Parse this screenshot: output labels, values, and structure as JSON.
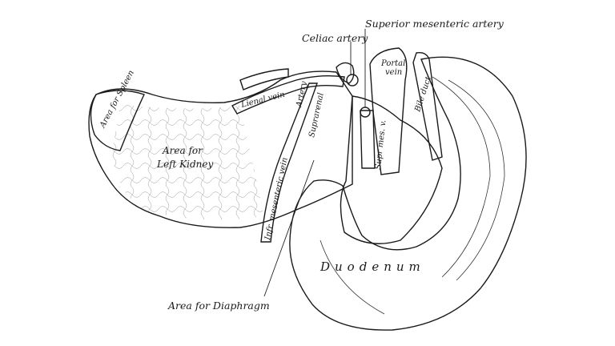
{
  "labels": {
    "celiac_artery": "Celiac artery",
    "superior_mesenteric_artery": "Superior mesenteric artery",
    "area_for_spleen": "Area for Spleen",
    "area_for_left_kidney_line1": "Area for",
    "area_for_left_kidney_line2": "Left Kidney",
    "lienal_vein": "Lienal vein",
    "artery": "Artery",
    "suprarenal": "Suprarenal",
    "inferior_mesenteric_vein": "Infr. mesenteric vein",
    "portal_vein_line1": "Portal",
    "portal_vein_line2": "vein",
    "superior_mesenteric_vein": "Supr mes. v.",
    "bile_duct": "Bile duct",
    "duodenum": "Duodenum",
    "area_for_diaphragm": "Area for Diaphragm"
  },
  "colors": {
    "ink": "#1a1a1a",
    "background": "#ffffff"
  }
}
